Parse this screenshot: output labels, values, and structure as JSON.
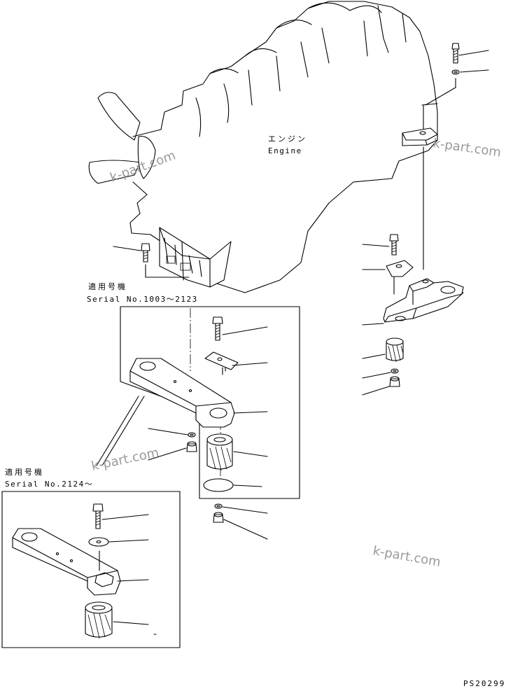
{
  "engine": {
    "label_jp": "エンジン",
    "label_en": "Engine"
  },
  "serial_group_1": {
    "label_jp": "適用号機",
    "label_en": "Serial No.1003～2123"
  },
  "serial_group_2": {
    "label_jp": "適用号機",
    "label_en": "Serial No.2124～"
  },
  "watermarks": [
    "k-part.com",
    "k-part.com",
    "k-part.com",
    "k-part.com"
  ],
  "drawing_code": "PS20299",
  "colors": {
    "line": "#000000",
    "watermark": "#9a9a9a",
    "background": "#ffffff"
  }
}
